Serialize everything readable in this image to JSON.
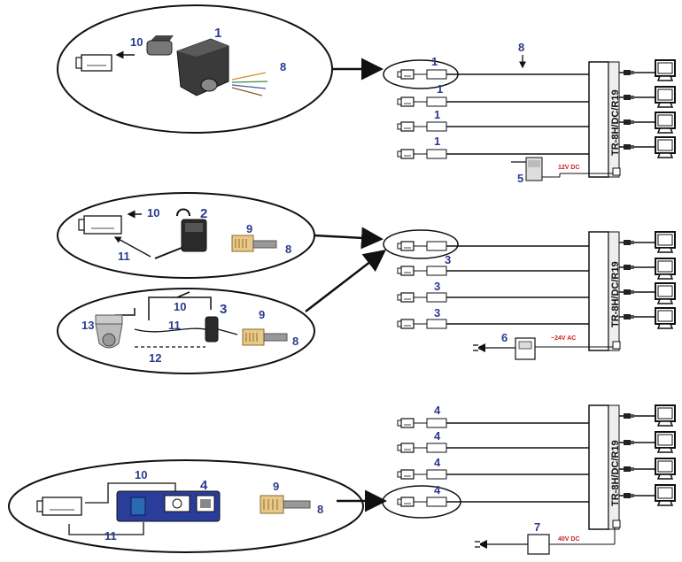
{
  "diagram": {
    "sections": [
      {
        "detail_labels": {
          "camera_cable": "10",
          "balun": "1",
          "twisted_pair": "8"
        },
        "channel_labels": [
          "1",
          "1",
          "1",
          "1"
        ],
        "cable_label": "8",
        "hub_label": "TR-8H/DC/R19",
        "psu_label": "5",
        "voltage": "12V DC"
      },
      {
        "detail_labels_top": {
          "video": "10",
          "balun": "2",
          "rj45": "9",
          "cable": "8",
          "power": "11"
        },
        "detail_labels_bottom": {
          "dome": "13",
          "video": "10",
          "balun": "3",
          "power": "11",
          "data": "12",
          "rj45": "9",
          "cable": "8"
        },
        "channel_labels": [
          "",
          "3",
          "3",
          "3"
        ],
        "hub_label": "TR-8H/DC/R19",
        "psu_label": "6",
        "voltage": "~24V AC"
      },
      {
        "detail_labels": {
          "video": "10",
          "balun": "4",
          "power": "11",
          "rj45": "9",
          "cable": "8"
        },
        "channel_labels": [
          "4",
          "4",
          "4",
          "4"
        ],
        "hub_label": "TR-8H/DC/R19",
        "psu_label": "7",
        "voltage": "40V DC"
      }
    ]
  }
}
